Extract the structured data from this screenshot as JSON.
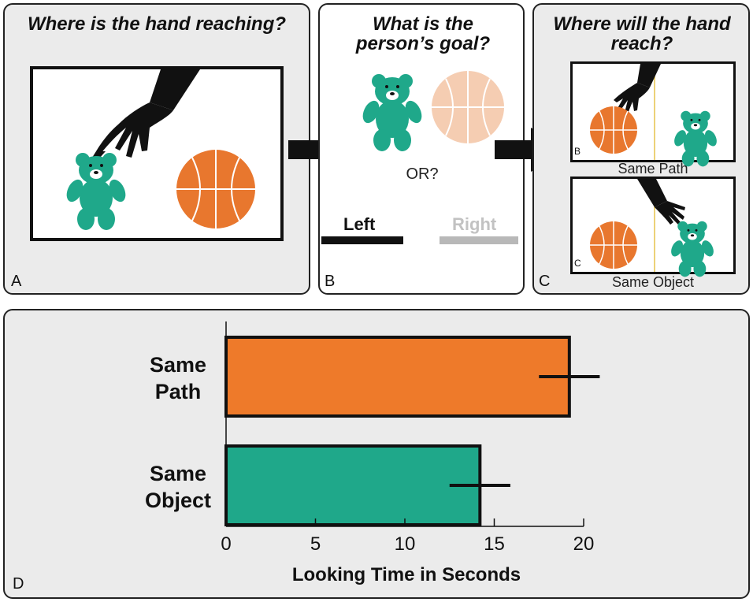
{
  "panel_a": {
    "title": "Where is the hand reaching?",
    "letter": "A"
  },
  "panel_b": {
    "title": "What is the person’s goal?",
    "or_text": "OR?",
    "left_label": "Left",
    "right_label": "Right",
    "letter": "B"
  },
  "panel_c": {
    "title": "Where will the hand reach?",
    "scene_b_tag": "B",
    "scene_b_caption": "Same Path",
    "scene_c_tag": "C",
    "scene_c_caption": "Same Object",
    "letter": "C"
  },
  "panel_d": {
    "letter": "D"
  },
  "colors": {
    "ball": "#e8772e",
    "bear": "#1fa88a",
    "ball_faded": "#f5cdb2",
    "bar_orange": "#ee7a2a",
    "bar_teal": "#1fa88a",
    "panel_bg": "#ebebeb"
  },
  "chart_data": {
    "type": "bar",
    "orientation": "horizontal",
    "categories": [
      "Same Path",
      "Same Object"
    ],
    "category_lines": [
      [
        "Same",
        "Path"
      ],
      [
        "Same",
        "Object"
      ]
    ],
    "values": [
      19.2,
      14.2
    ],
    "error": [
      1.7,
      1.7
    ],
    "xlabel": "Looking Time in Seconds",
    "xlim": [
      0,
      20
    ],
    "xticks": [
      0,
      5,
      10,
      15,
      20
    ],
    "colors": [
      "#ee7a2a",
      "#1fa88a"
    ]
  }
}
